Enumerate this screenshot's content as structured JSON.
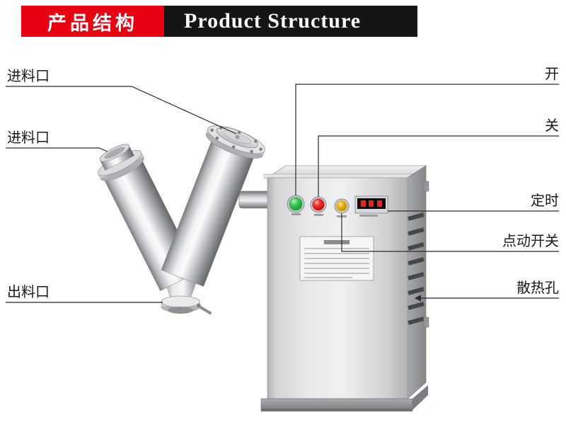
{
  "header": {
    "title_zh": "产品结构",
    "title_en": "Product Structure",
    "accent_red": "#e60012",
    "banner_black": "#151515"
  },
  "callouts": {
    "inlet_top": "进料口",
    "inlet_left": "进料口",
    "outlet": "出料口",
    "power_on": "开",
    "power_off": "关",
    "timer": "定时",
    "jog_switch": "点动开关",
    "vent_holes": "散热孔"
  },
  "machine": {
    "start_button_color": "#2eb24a",
    "stop_button_color": "#e01818",
    "jog_button_color": "#e0ab06",
    "timer_display_color": "#0a0a0a",
    "timer_digit_color": "#e8241f"
  }
}
